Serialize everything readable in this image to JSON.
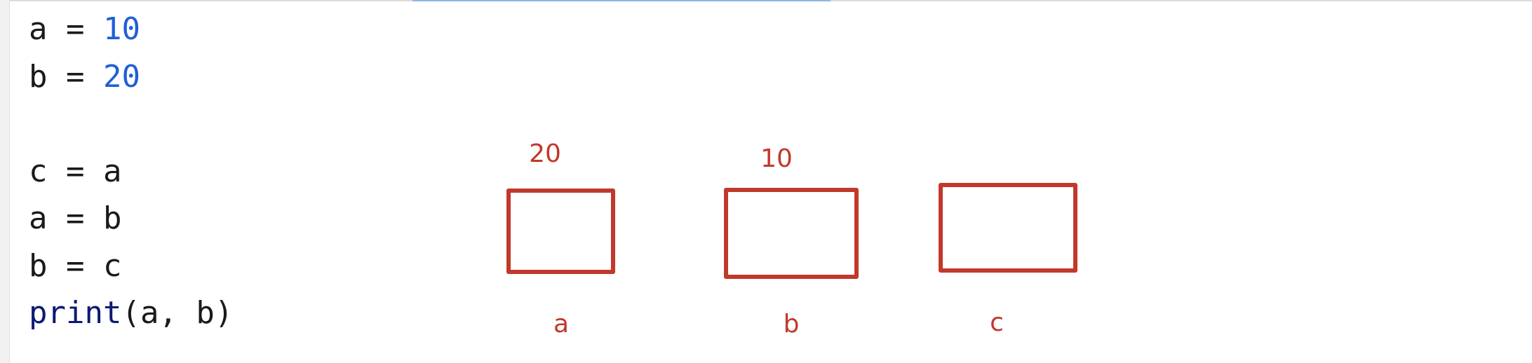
{
  "code": {
    "lines": [
      {
        "tokens": [
          {
            "text": "a = ",
            "kind": "plain"
          },
          {
            "text": "10",
            "kind": "num"
          }
        ]
      },
      {
        "tokens": [
          {
            "text": "b = ",
            "kind": "plain"
          },
          {
            "text": "20",
            "kind": "num"
          }
        ]
      },
      {
        "tokens": [
          {
            "text": "",
            "kind": "plain"
          }
        ]
      },
      {
        "tokens": [
          {
            "text": "c = a",
            "kind": "plain"
          }
        ]
      },
      {
        "tokens": [
          {
            "text": "a = b",
            "kind": "plain"
          }
        ]
      },
      {
        "tokens": [
          {
            "text": "b = c",
            "kind": "plain"
          }
        ]
      },
      {
        "tokens": [
          {
            "text": "print",
            "kind": "builtin"
          },
          {
            "text": "(a, b)",
            "kind": "plain"
          }
        ]
      }
    ]
  },
  "diagram": {
    "boxes": [
      {
        "name": "a",
        "value": "20"
      },
      {
        "name": "b",
        "value": "10"
      },
      {
        "name": "c",
        "value": ""
      }
    ]
  },
  "colors": {
    "accent": "#c0392b",
    "number": "#1f5fd8",
    "builtin": "#0b1a72"
  }
}
